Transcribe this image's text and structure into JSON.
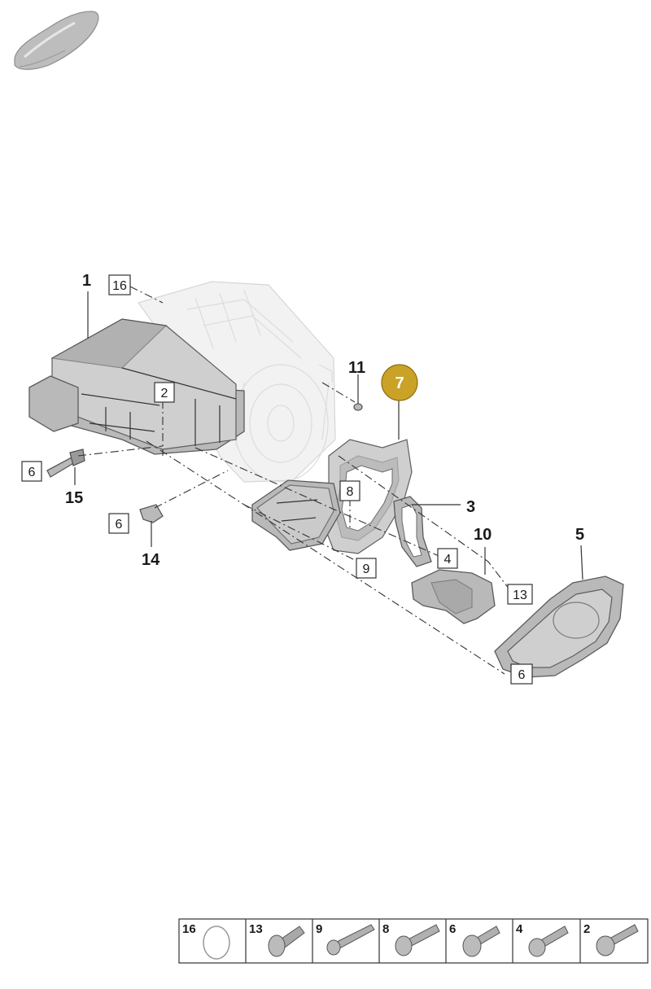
{
  "callouts": {
    "c1": "1",
    "c2": "2",
    "c3": "3",
    "c4": "4",
    "c5": "5",
    "c6a": "6",
    "c6b": "6",
    "c6c": "6",
    "c7": "7",
    "c8": "8",
    "c9": "9",
    "c10": "10",
    "c11": "11",
    "c13": "13",
    "c14": "14",
    "c15": "15",
    "c16": "16"
  },
  "highlight_color": "#c9a227",
  "legend": [
    "16",
    "13",
    "9",
    "8",
    "6",
    "4",
    "2"
  ]
}
